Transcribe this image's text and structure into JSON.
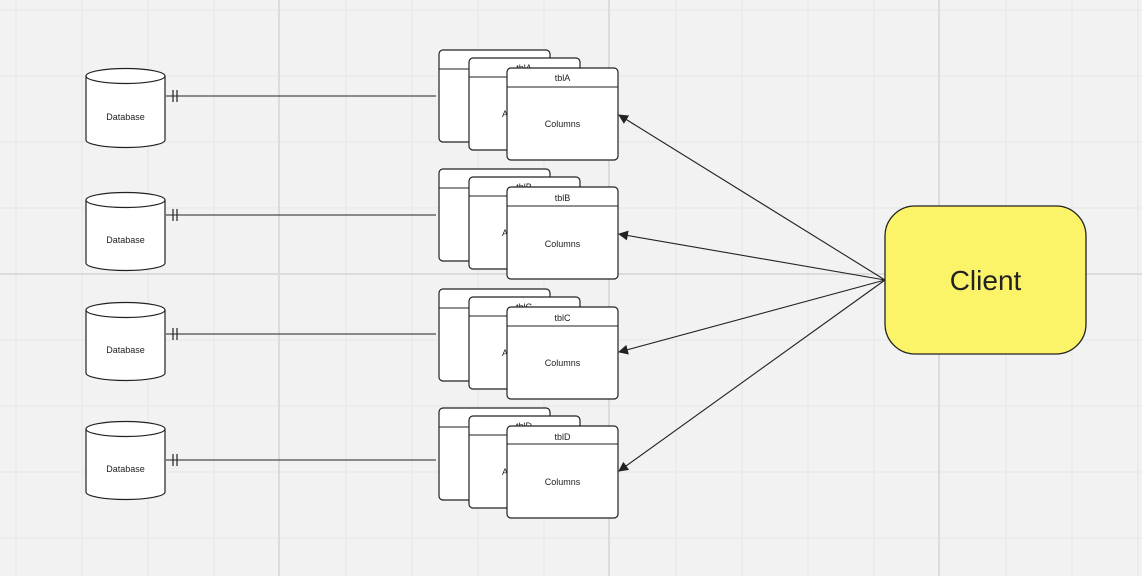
{
  "colors": {
    "background": "#f2f2f2",
    "grid_minor": "#e6e6e6",
    "grid_major": "#dcdcdc",
    "stroke": "#222222",
    "client_fill": "#fcf468"
  },
  "databases": [
    {
      "label": "Database"
    },
    {
      "label": "Database"
    },
    {
      "label": "Database"
    },
    {
      "label": "Database"
    }
  ],
  "tables": [
    {
      "back_title": "tblA",
      "back_body": "A",
      "title": "tblA",
      "body": "Columns"
    },
    {
      "back_title": "tblB",
      "back_body": "A",
      "title": "tblB",
      "body": "Columns"
    },
    {
      "back_title": "tblC",
      "back_body": "A",
      "title": "tblC",
      "body": "Columns"
    },
    {
      "back_title": "tblD",
      "back_body": "A",
      "title": "tblD",
      "body": "Columns"
    }
  ],
  "client": {
    "label": "Client"
  }
}
